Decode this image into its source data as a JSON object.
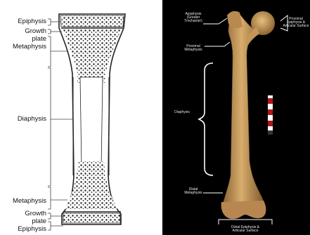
{
  "left_diagram": {
    "labels": {
      "epiphysis_top": "Epiphysis",
      "growth_plate_top_1": "Growth",
      "growth_plate_top_2": "plate",
      "metaphysis_top": "Metaphysis",
      "diaphysis": "Diaphysis",
      "metaphysis_bottom": "Metaphysis",
      "growth_plate_bottom_1": "Growth",
      "growth_plate_bottom_2": "plate",
      "epiphysis_bottom": "Epiphysis"
    }
  },
  "right_photo": {
    "labels": {
      "apophysis_1": "Apophysis",
      "apophysis_2": "(Greater",
      "apophysis_3": "Trochanter)",
      "proximal_epiphysis_1": "Proximal",
      "proximal_epiphysis_2": "Epiphysis &",
      "proximal_epiphysis_3": "Articular Surface",
      "proximal_metaphysis_1": "Proximal",
      "proximal_metaphysis_2": "Metaphysis",
      "diaphysis": "Diaphysis",
      "distal_metaphysis_1": "Distal",
      "distal_metaphysis_2": "Metaphysis",
      "distal_epiphysis_1": "Distal Epiphysis &",
      "distal_epiphysis_2": "Articular Surface"
    }
  },
  "colors": {
    "bone_fill": "#ffffff",
    "bone_outline": "#222222",
    "photo_background": "#000000",
    "femur_color": "#c89a5a",
    "scale_red": "#b01818"
  }
}
